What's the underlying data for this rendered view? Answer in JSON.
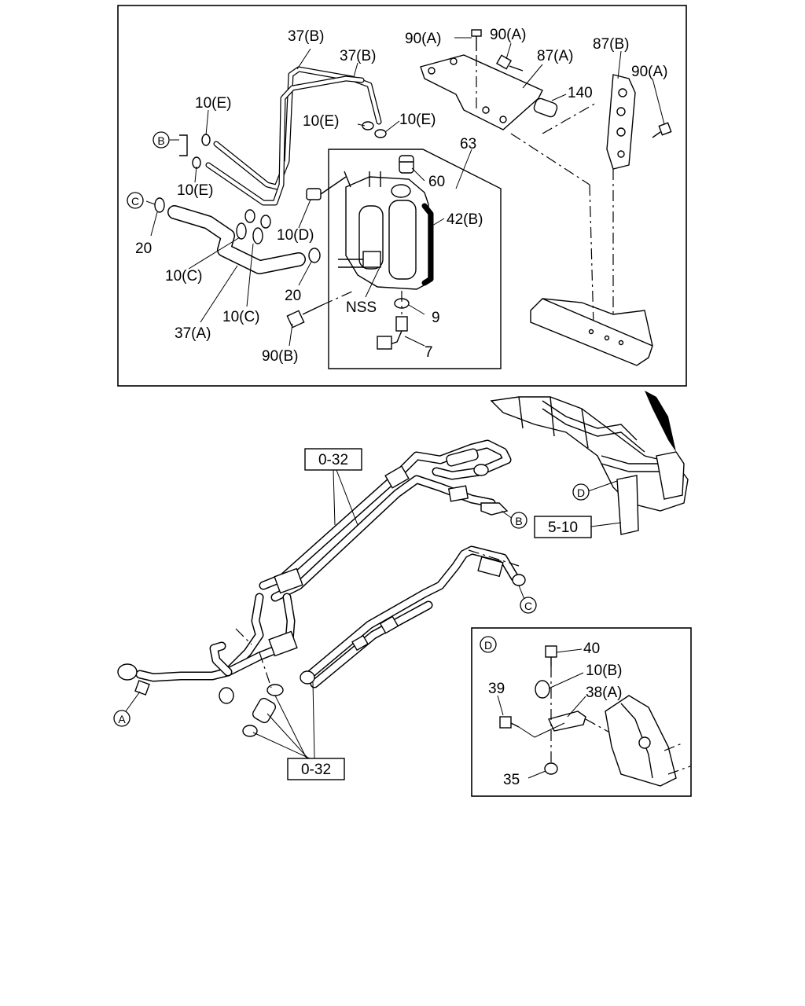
{
  "callouts": {
    "p37b_1": "37(B)",
    "p37b_2": "37(B)",
    "p90a_1": "90(A)",
    "p90a_2": "90(A)",
    "p90a_3": "90(A)",
    "p87a": "87(A)",
    "p87b": "87(B)",
    "p140": "140",
    "p10e_1": "10(E)",
    "p10e_2": "10(E)",
    "p10e_3": "10(E)",
    "p10e_4": "10(E)",
    "p63": "63",
    "p60": "60",
    "p42b": "42(B)",
    "p10d": "10(D)",
    "p20_1": "20",
    "p20_2": "20",
    "p10c_1": "10(C)",
    "p10c_2": "10(C)",
    "p37a": "37(A)",
    "pNSS": "NSS",
    "p9": "9",
    "p7": "7",
    "p90b": "90(B)",
    "p40": "40",
    "p10b": "10(B)",
    "p39": "39",
    "p38a": "38(A)",
    "p35": "35"
  },
  "refs": {
    "ref1": "0-32",
    "ref2": "5-10",
    "ref3": "0-32"
  },
  "circles": {
    "B1": "B",
    "C1": "C",
    "B2": "B",
    "C2": "C",
    "A": "A",
    "D1": "D",
    "D2": "D"
  }
}
